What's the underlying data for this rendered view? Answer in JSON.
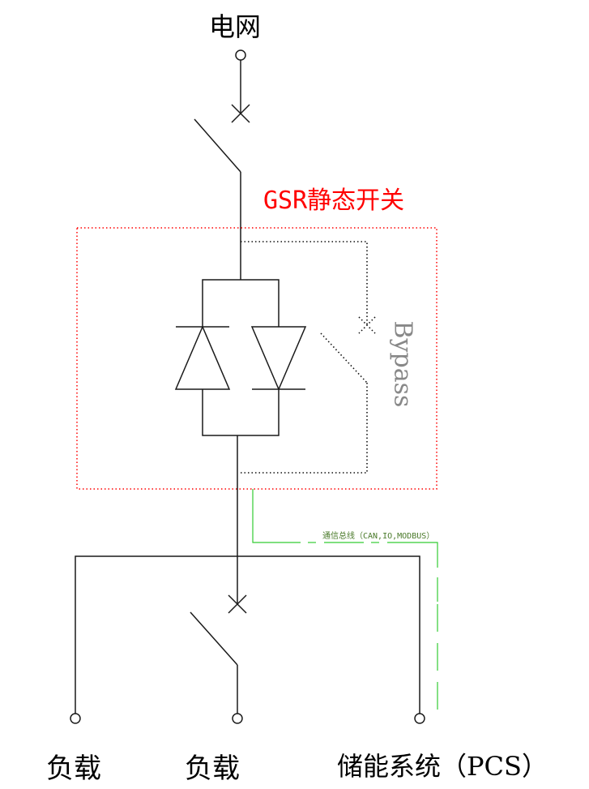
{
  "labels": {
    "grid": "电网",
    "gsr": "GSR静态开关",
    "bypass": "Bypass",
    "comm_bus": "通信总线（CAN,IO,MODBUS）",
    "load1": "负载",
    "load2": "负载",
    "storage": "储能系统（PCS）"
  },
  "colors": {
    "gsr": "#ff0000",
    "bypass": "#888888",
    "comm": "#4a7a2a",
    "comm_line": "#33cc33"
  }
}
